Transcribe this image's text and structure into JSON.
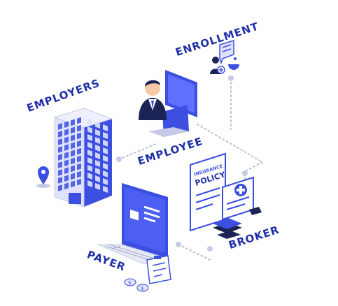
{
  "labels": {
    "employers": "EMPLOYERS",
    "enrollment": "ENROLLMENT",
    "employee": "EMPLOYEE",
    "payer": "PAYER",
    "broker": "BROKER"
  },
  "policy_card": {
    "line1": "INSURANCE",
    "line2": "POLICY"
  },
  "icons": [
    "building-icon",
    "location-pin-icon",
    "businessman-icon",
    "monitor-icon",
    "laptop-icon",
    "clipboard-icon",
    "coin-icon",
    "insurance-policy-icon",
    "medical-card-icon",
    "cash-icon",
    "handshake-icon",
    "chat-bubble-icon",
    "user-add-icon"
  ],
  "colors": {
    "brand_blue": "#1f2fa8",
    "accent_blue": "#3d4fe0",
    "light_blue": "#dfe3ff",
    "connector": "#b9c0d8"
  }
}
